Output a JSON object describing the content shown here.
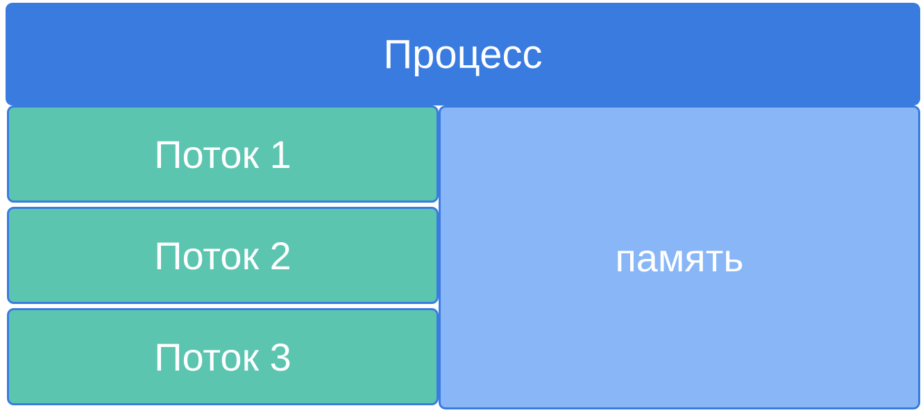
{
  "diagram": {
    "process_label": "Процесс",
    "threads": [
      {
        "label": "Поток 1"
      },
      {
        "label": "Поток 2"
      },
      {
        "label": "Поток 3"
      }
    ],
    "memory_label": "память",
    "colors": {
      "process": "#3a7be0",
      "thread": "#5bc5b0",
      "memory": "#88b6f6",
      "text": "#ffffff"
    }
  }
}
